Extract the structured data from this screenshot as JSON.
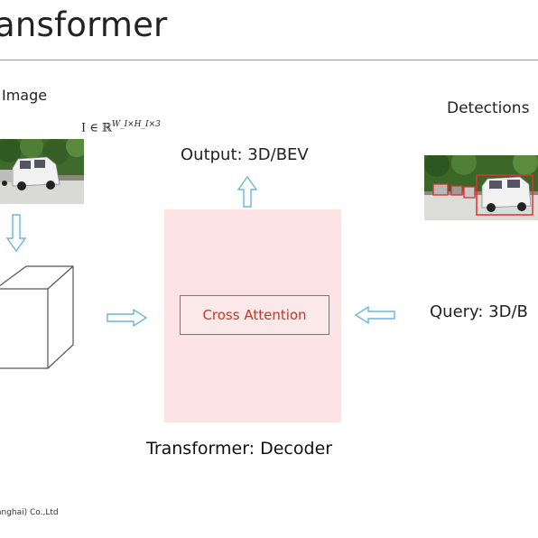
{
  "slide": {
    "title": "ansformer",
    "image_label": "Image",
    "image_math_prefix": "I ∈ ℝ",
    "image_math_sup": "W_I×H_I×3",
    "detections_label": "Detections",
    "output_label": "Output: 3D/BEV",
    "query_label": "Query: 3D/B",
    "cross_attention_label": "Cross Attention",
    "decoder_label": "Transformer: Decoder",
    "footer": "anghai) Co.,Ltd"
  },
  "colors": {
    "arrow": "#6ab6dc",
    "decoder_fill": "#fde3e3",
    "cross_attention_text": "#c0392b"
  }
}
